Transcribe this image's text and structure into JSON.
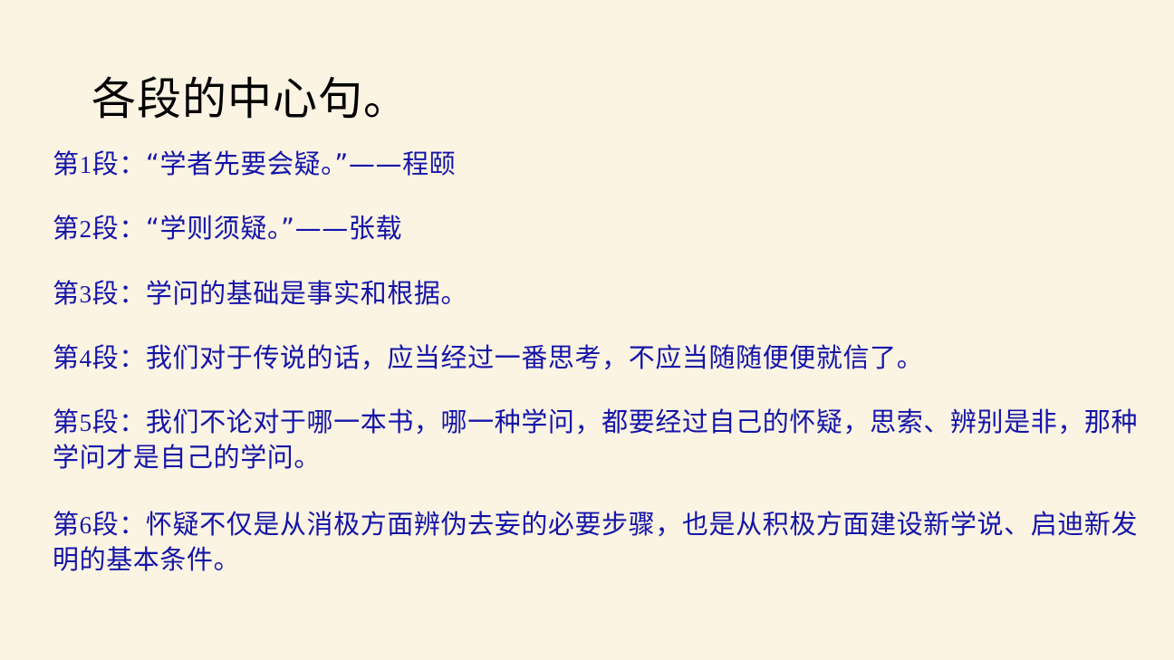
{
  "slide": {
    "title": "各段的中心句。",
    "colors": {
      "background": "#FBF4E3",
      "title": "#000000",
      "body_text": "#1414A8"
    },
    "paragraphs": [
      {
        "prefix": "第",
        "number": "1",
        "suffix": "段：",
        "text": "“学者先要会疑。”——程颐"
      },
      {
        "prefix": "第",
        "number": "2",
        "suffix": "段：",
        "text": "“学则须疑。”——张载"
      },
      {
        "prefix": "第",
        "number": "3",
        "suffix": "段：",
        "text": "学问的基础是事实和根据。"
      },
      {
        "prefix": "第",
        "number": "4",
        "suffix": "段：",
        "text": "我们对于传说的话，应当经过一番思考，不应当随随便便就信了。"
      },
      {
        "prefix": "第",
        "number": "5",
        "suffix": "段：",
        "text": "我们不论对于哪一本书，哪一种学问，都要经过自己的怀疑，思索、辨别是非，那种学问才是自己的学问。"
      },
      {
        "prefix": "第",
        "number": "6",
        "suffix": "段：",
        "text": "怀疑不仅是从消极方面辨伪去妄的必要步骤，也是从积极方面建设新学说、启迪新发明的基本条件。"
      }
    ]
  }
}
